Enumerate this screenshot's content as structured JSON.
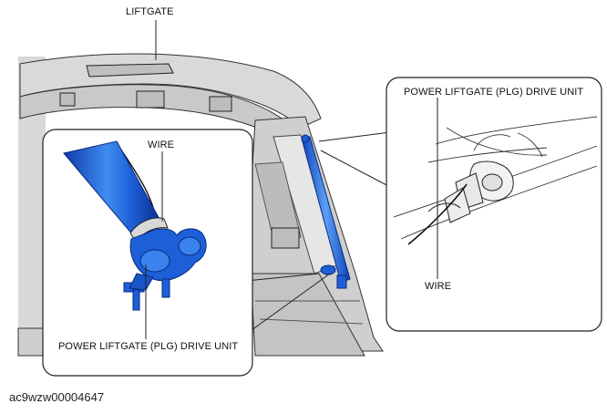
{
  "labels": {
    "liftgate": "LIFTGATE",
    "wire_left": "WIRE",
    "plg_left": "POWER LIFTGATE (PLG) DRIVE UNIT",
    "plg_right": "POWER LIFTGATE (PLG) DRIVE UNIT",
    "wire_right": "WIRE"
  },
  "document_id": "ac9wzw00004647",
  "colors": {
    "highlight_blue": "#1f5fd6",
    "outline": "#222222"
  }
}
